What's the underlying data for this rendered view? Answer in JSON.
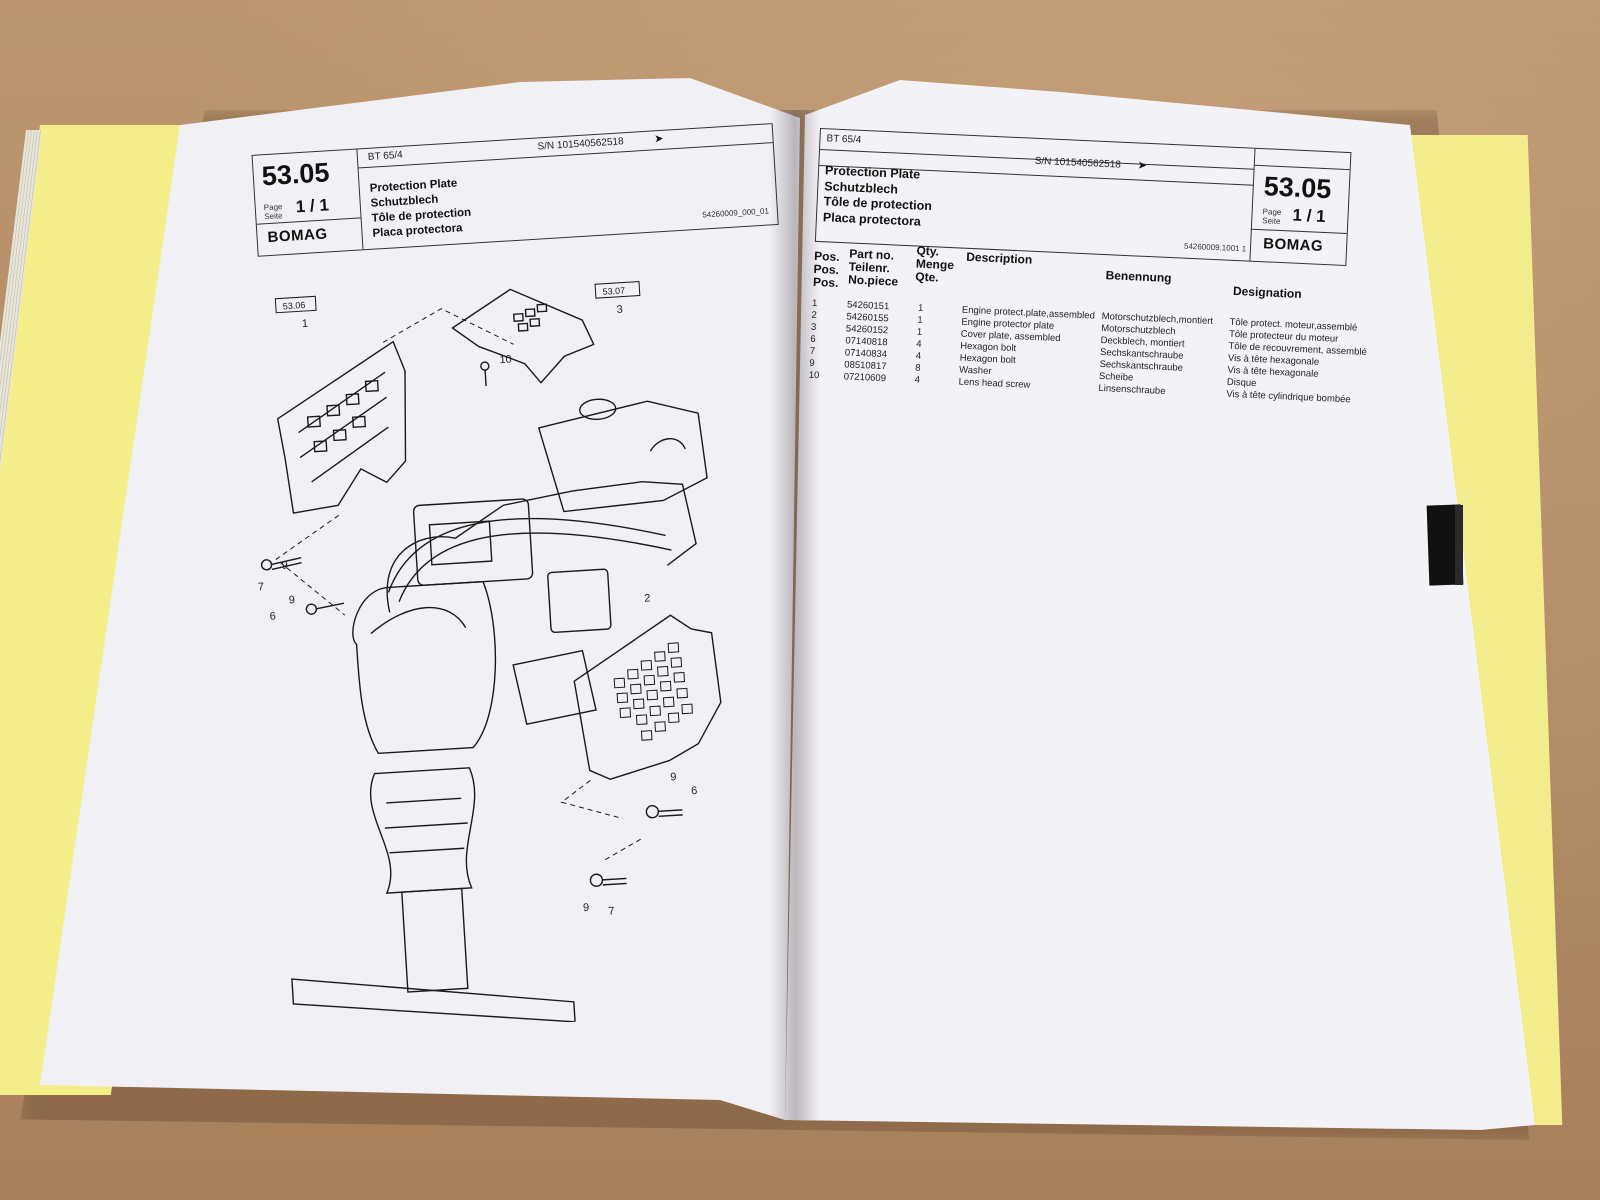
{
  "scene": "Open BOMAG parts catalogue on a wooden table",
  "colors": {
    "table": "#b58e68",
    "page": "#f1f0f4",
    "divider": "#f3ee8a",
    "ink": "#111111"
  },
  "left_page": {
    "model": "BT 65/4",
    "serial": "S/N 101540562518",
    "arrow": "➤",
    "section": "53.05",
    "page_label_1": "Page",
    "page_label_2": "Seite",
    "page_value": "1 / 1",
    "brand": "BOMAG",
    "titles": [
      "Protection Plate",
      "Schutzblech",
      "Tôle de protection",
      "Placa protectora"
    ],
    "doc_no": "54260009_000_01",
    "callouts": {
      "ref_a": "53.06",
      "ref_b": "53.07",
      "n1": "1",
      "n2": "2",
      "n3": "3",
      "n6a": "6",
      "n6b": "6",
      "n7a": "7",
      "n7b": "7",
      "n9a": "9",
      "n9b": "9",
      "n9c": "9",
      "n9d": "9",
      "n10": "10"
    }
  },
  "right_page": {
    "model": "BT 65/4",
    "serial": "S/N 101540562518",
    "arrow": "➤",
    "titles": [
      "Protection Plate",
      "Schutzblech",
      "Tôle de protection",
      "Placa protectora"
    ],
    "doc_no": "54260009.1001 1",
    "section": "53.05",
    "page_label_1": "Page",
    "page_label_2": "Seite",
    "page_value": "1 / 1",
    "brand": "BOMAG",
    "headers": {
      "pos": [
        "Pos.",
        "Pos.",
        "Pos."
      ],
      "part": [
        "Part no.",
        "Teilenr.",
        "No.piece"
      ],
      "qty": [
        "Qty.",
        "Menge",
        "Qte."
      ],
      "description": "Description",
      "benennung": "Benennung",
      "designation": "Designation"
    },
    "rows": [
      {
        "pos": "1",
        "part": "54260151",
        "qty": "1",
        "desc": "Engine protect.plate,assembled",
        "de": "Motorschutzblech,montiert",
        "fr": "Tôle protect. moteur,assemblé"
      },
      {
        "pos": "2",
        "part": "54260155",
        "qty": "1",
        "desc": "Engine protector plate",
        "de": "Motorschutzblech",
        "fr": "Tôle protecteur du moteur"
      },
      {
        "pos": "3",
        "part": "54260152",
        "qty": "1",
        "desc": "Cover plate, assembled",
        "de": "Deckblech, montiert",
        "fr": "Tôle de recouvrement, assemblé"
      },
      {
        "pos": "6",
        "part": "07140818",
        "qty": "4",
        "desc": "Hexagon bolt",
        "de": "Sechskantschraube",
        "fr": "Vis à tête hexagonale"
      },
      {
        "pos": "7",
        "part": "07140834",
        "qty": "4",
        "desc": "Hexagon bolt",
        "de": "Sechskantschraube",
        "fr": "Vis à tête hexagonale"
      },
      {
        "pos": "9",
        "part": "08510817",
        "qty": "8",
        "desc": "Washer",
        "de": "Scheibe",
        "fr": "Disque"
      },
      {
        "pos": "10",
        "part": "07210609",
        "qty": "4",
        "desc": "Lens head screw",
        "de": "Linsenschraube",
        "fr": "Vis à tête cylindrique bombée"
      }
    ]
  }
}
